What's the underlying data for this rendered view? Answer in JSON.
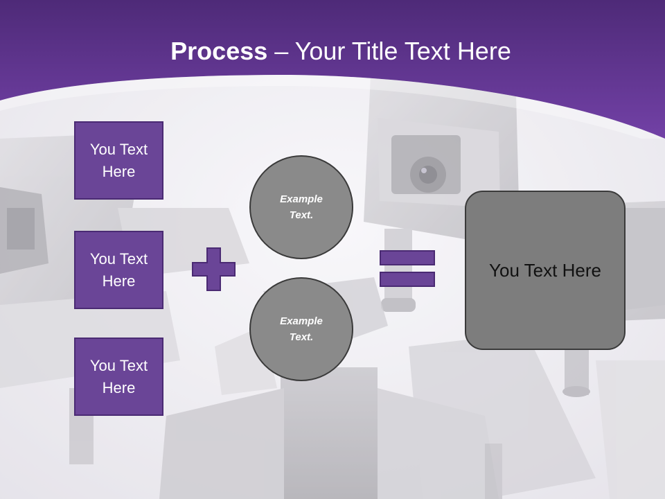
{
  "title": {
    "bold": "Process",
    "separator": "–",
    "rest": "Your Title Text Here"
  },
  "colors": {
    "header_purple": "#6a3e9e",
    "box_purple": "#6a4597",
    "circle_gray": "#8a8a8a",
    "result_gray": "#7d7d7d"
  },
  "left_boxes": [
    {
      "label": "You Text Here"
    },
    {
      "label": "You Text Here"
    },
    {
      "label": "You Text Here"
    }
  ],
  "operators": {
    "plus_icon": "plus-icon",
    "equals_icon": "equals-icon"
  },
  "circles": [
    {
      "label": "Example Text."
    },
    {
      "label": "Example Text."
    }
  ],
  "result": {
    "label": "You Text Here"
  },
  "background_image": "security-cameras-photo"
}
